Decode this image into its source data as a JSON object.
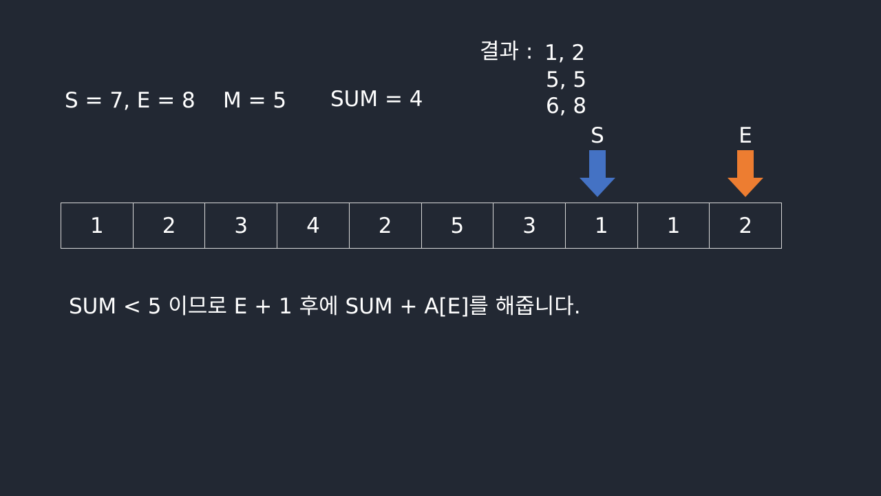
{
  "vars": {
    "s_e": "S = 7, E = 8",
    "m": "M = 5",
    "sum": "SUM = 4"
  },
  "result": {
    "label": "결과 :",
    "lines": [
      "1, 2",
      "5, 5",
      "6, 8"
    ]
  },
  "array": {
    "values": [
      "1",
      "2",
      "3",
      "4",
      "2",
      "5",
      "3",
      "1",
      "1",
      "2"
    ]
  },
  "pointers": {
    "s": {
      "label": "S",
      "index": 7,
      "color": "#4472c4"
    },
    "e": {
      "label": "E",
      "index": 9,
      "color": "#ed7d31"
    }
  },
  "explanation": "SUM < 5 이므로 E + 1 후에 SUM + A[E]를 해줍니다.",
  "colors": {
    "background": "#222833",
    "text": "#ffffff",
    "grid": "#d9d9d9"
  }
}
